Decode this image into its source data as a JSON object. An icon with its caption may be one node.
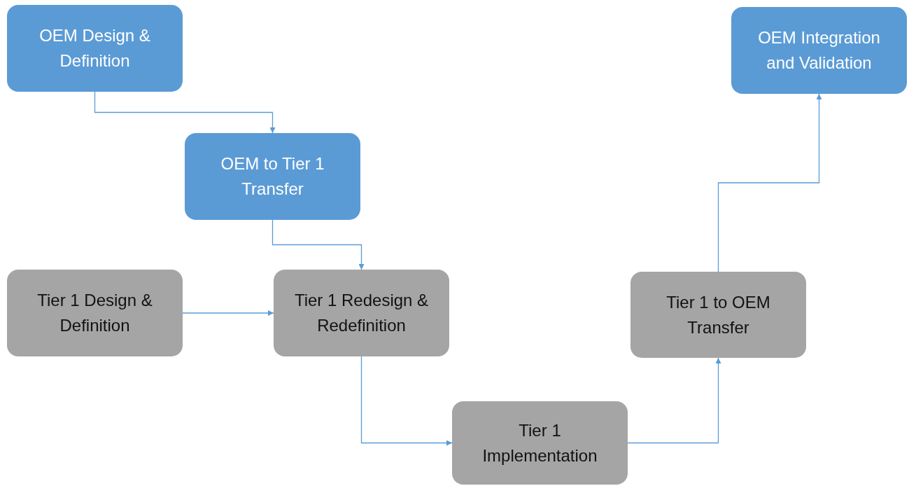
{
  "diagram": {
    "nodes": [
      {
        "text": [
          "OEM Design & Definition"
        ]
      },
      {
        "text": [
          "OEM to Tier 1 Transfer"
        ]
      },
      {
        "text": [
          "Tier 1 Design & Definition"
        ]
      },
      {
        "text": [
          "Tier 1 Redesign & Redefinition"
        ]
      },
      {
        "text": [
          "Tier 1 Implementation"
        ]
      },
      {
        "text": [
          "Tier 1 to OEM Transfer"
        ]
      },
      {
        "text": [
          "OEM Integration and Validation"
        ]
      }
    ],
    "edges": [
      {
        "from": 0,
        "to": 1,
        "arrow": "to"
      },
      {
        "from": 1,
        "to": 3,
        "arrow": "to"
      },
      {
        "from": 2,
        "to": 3,
        "arrow": "to"
      },
      {
        "from": 3,
        "to": 4,
        "arrow": "to"
      },
      {
        "from": 4,
        "to": 5,
        "arrow": "to"
      },
      {
        "from": 5,
        "to": 6,
        "arrow": "to"
      }
    ]
  }
}
